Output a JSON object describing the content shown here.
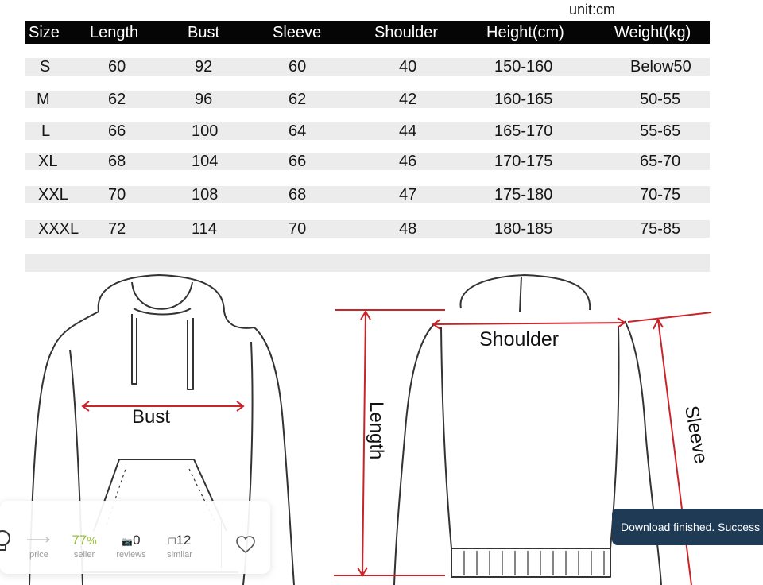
{
  "unit_label": "unit:cm",
  "table": {
    "headers": [
      "Size",
      "Length",
      "Bust",
      "Sleeve",
      "Shoulder",
      "Height(cm)",
      "Weight(kg)"
    ],
    "rows": [
      [
        "S",
        "60",
        "92",
        "60",
        "40",
        "150-160",
        "Below50"
      ],
      [
        "M",
        "62",
        "96",
        "62",
        "42",
        "160-165",
        "50-55"
      ],
      [
        "L",
        "66",
        "100",
        "64",
        "44",
        "165-170",
        "55-65"
      ],
      [
        "XL",
        "68",
        "104",
        "66",
        "46",
        "170-175",
        "65-70"
      ],
      [
        "XXL",
        "70",
        "108",
        "68",
        "47",
        "175-180",
        "70-75"
      ],
      [
        "XXXL",
        "72",
        "114",
        "70",
        "48",
        "180-185",
        "75-85"
      ]
    ]
  },
  "diagram": {
    "bust_label": "Bust",
    "shoulder_label": "Shoulder",
    "length_label": "Length",
    "sleeve_label": "Sleeve",
    "measure_color": "#c8242a"
  },
  "stats": {
    "price_label": "price",
    "seller_value": "77",
    "seller_unit": "%",
    "seller_label": "seller",
    "reviews_value": "0",
    "reviews_label": "reviews",
    "similar_value": "12",
    "similar_label": "similar"
  },
  "toast": {
    "message": "Download finished. Success"
  },
  "icons": {
    "bulb": "lightbulb-icon",
    "camera": "camera-icon",
    "copy": "copy-icon",
    "heart": "heart-icon"
  }
}
